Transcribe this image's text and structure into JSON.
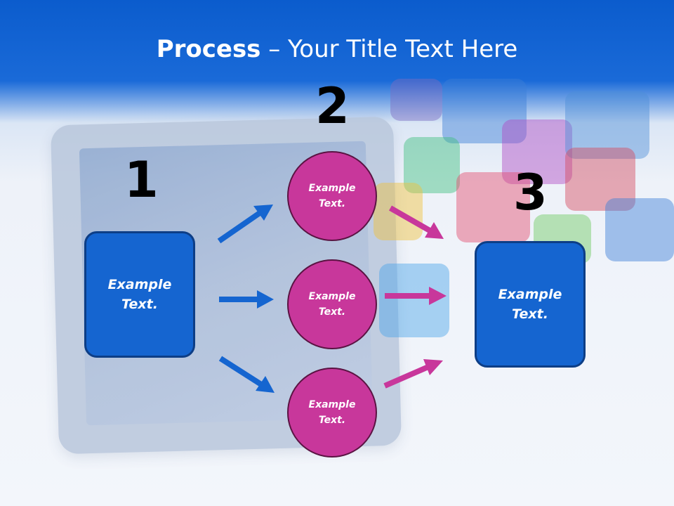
{
  "title": {
    "bold": "Process",
    "rest": " – Your Title Text Here"
  },
  "steps": {
    "one": "1",
    "two": "2",
    "three": "3"
  },
  "left_box": {
    "label": "Example\nText."
  },
  "circles": [
    {
      "label": "Example\nText."
    },
    {
      "label": "Example\nText."
    },
    {
      "label": "Example\nText."
    }
  ],
  "right_box": {
    "label": "Example\nText."
  },
  "colors": {
    "header_blue": "#0b5ccd",
    "box_blue": "#1565d0",
    "circle_pink": "#c8379b",
    "arrow_blue": "#1565d0",
    "arrow_pink": "#c8379b"
  }
}
